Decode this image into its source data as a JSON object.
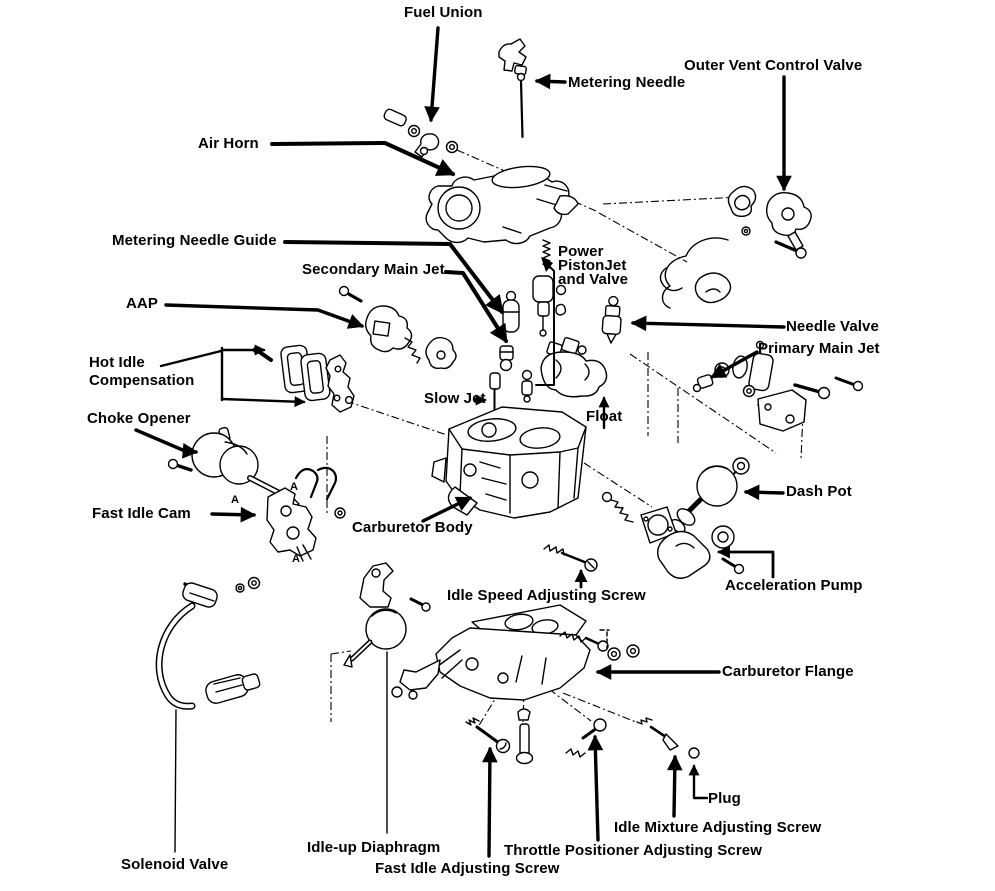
{
  "figure": {
    "background": "#ffffff",
    "ink": "#000000",
    "marker_a": "A"
  },
  "labels": {
    "fuel_union": "Fuel Union",
    "metering_needle": "Metering Needle",
    "outer_vent_control_valve": "Outer Vent Control Valve",
    "air_horn": "Air Horn",
    "metering_needle_guide": "Metering Needle Guide",
    "secondary_main_jet": "Secondary Main Jet",
    "power_piston_jet_and_valve": "Power\nPistonJet\nand Valve",
    "aap": "AAP",
    "needle_valve": "Needle Valve",
    "primary_main_jet": "Primary Main Jet",
    "hot_idle_compensation": "Hot Idle\nCompensation",
    "slow_jet": "Slow Jet",
    "float": "Float",
    "choke_opener": "Choke Opener",
    "fast_idle_cam": "Fast Idle Cam",
    "carburetor_body": "Carburetor Body",
    "dash_pot": "Dash Pot",
    "idle_speed_adjusting_screw": "Idle Speed Adjusting Screw",
    "acceleration_pump": "Acceleration Pump",
    "carburetor_flange": "Carburetor Flange",
    "solenoid_valve": "Solenoid Valve",
    "idle_up_diaphragm": "Idle-up Diaphragm",
    "fast_idle_adjusting_screw": "Fast Idle Adjusting Screw",
    "throttle_positioner_adjusting_screw": "Throttle Positioner Adjusting Screw",
    "idle_mixture_adjusting_screw": "Idle Mixture Adjusting Screw",
    "plug": "Plug"
  }
}
